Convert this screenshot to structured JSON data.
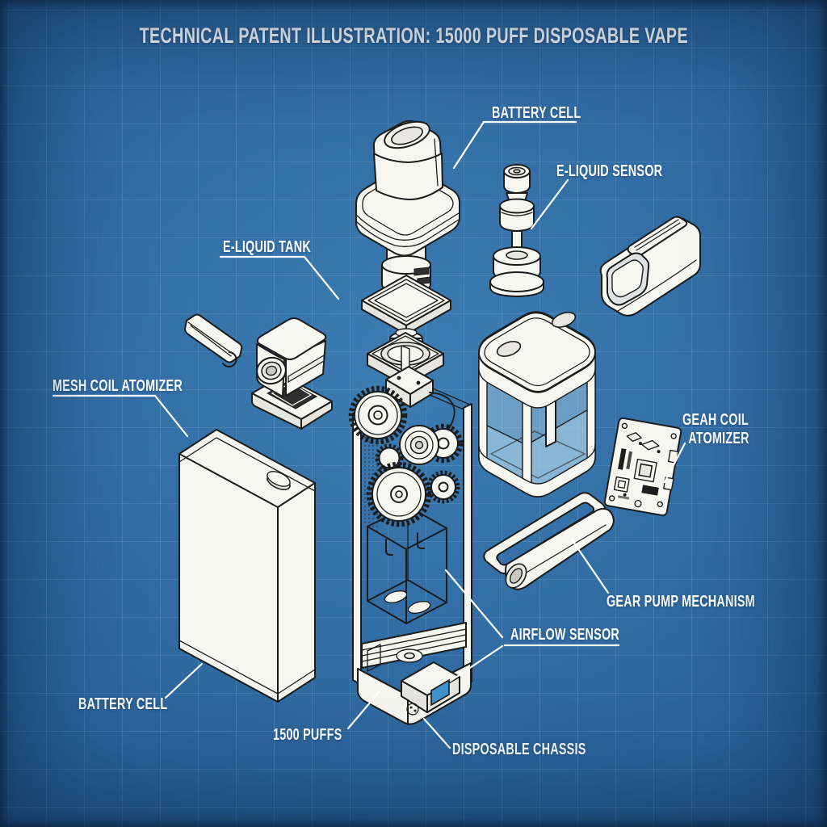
{
  "title": "TECHNICAL PATENT ILLUSTRATION: 15000 PUFF DISPOSABLE VAPE",
  "labels": {
    "battery_cell_top": "BATTERY CELL",
    "e_liquid_sensor": "E-LIQUID SENSOR",
    "e_liquid_tank": "E-LIQUID TANK",
    "mesh_coil_atomizer": "MESH COIL ATOMIZER",
    "geah_coil_line1": "GEAH COIL",
    "geah_coil_line2": "ATOMIZER",
    "gear_pump_mechanism": "GEAR PUMP MECHANISM",
    "airflow_sensor": "AIRFLOW SENSOR",
    "battery_cell_bottom": "BATTERY CELL",
    "puff_count": "1500 PUFFS",
    "disposable_chassis": "DISPOSABLE CHASSIS"
  },
  "parts": [
    "mouthpiece cap",
    "e-liquid sensor plunger",
    "outer mouthpiece shell",
    "atomizer chimney and mounting plate",
    "silicone gasket ring",
    "contact clip",
    "mesh coil atomizer cube",
    "gear drivetrain",
    "e-liquid tank",
    "circuit board",
    "gear pump roller",
    "disposable chassis",
    "battery cell"
  ],
  "colors": {
    "bg_center": "#3d7cb4",
    "bg_mid": "#2b659c",
    "bg_edge": "#173f69",
    "grid_line": "rgba(205,228,246,0.13)",
    "ink": "#1c1c1c",
    "paper": "#f7f7f2",
    "paper_shade": "#e7e7e0",
    "label": "#ffffff",
    "glass": "#bcd9e8",
    "liquid": "#9dc8e0",
    "window_blue": "#3f93c9"
  }
}
